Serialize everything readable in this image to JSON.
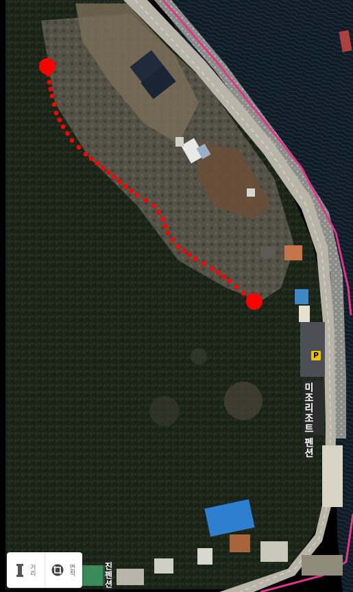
{
  "map": {
    "place_label": "미조리조트 펜션",
    "bottom_label": "진펜션",
    "parking_symbol": "P",
    "route_color": "#ff0000",
    "boundary_color": "#e0358a",
    "sea_color": "#0d1a24",
    "forest_color": "#1b2418"
  },
  "controls": {
    "ruler": {
      "icon": "ruler-icon",
      "label": "거리"
    },
    "area": {
      "icon": "area-icon",
      "label": "면적"
    }
  }
}
